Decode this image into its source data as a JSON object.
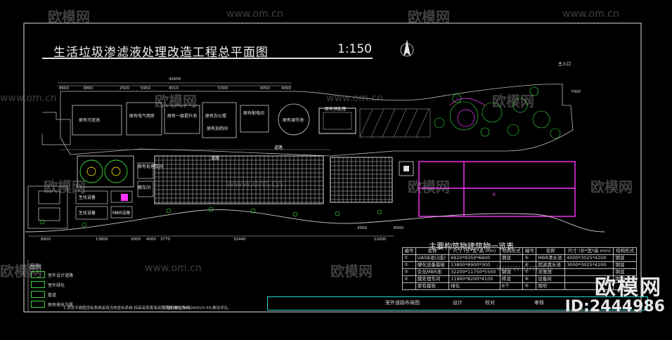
{
  "drawing": {
    "title": "生活垃圾渗滤液处理改造工程总平面图",
    "scale": "1:150",
    "entrance_label": "主入口",
    "road_labels": [
      "道路",
      "道路"
    ]
  },
  "watermarks": {
    "brand": "欧模网",
    "site": "www.om.cn",
    "id": "ID:2444986"
  },
  "component_table": {
    "caption": "主要构筑物建筑物一览表",
    "headers": [
      "编号",
      "名称",
      "尺寸\n(长*宽*高 mm)",
      "结构形式",
      "编号",
      "名称",
      "尺寸\n(长*宽*高 mm)",
      "结构形式"
    ],
    "rows": [
      [
        "①",
        "UASB池(2座)",
        "6920*9350*6600",
        "钢混",
        "⑤",
        "MBR清水池",
        "4000*3025*4200",
        "钢混"
      ],
      [
        "②",
        "硬化设备基础",
        "13800*8900*300",
        "",
        "⑥",
        "超滤清水池",
        "3000*3025*4200",
        "钢混"
      ],
      [
        "③",
        "生化MBR池",
        "32200*11750*5500",
        "钢混",
        "⑦",
        "浓液池",
        "",
        "钢混"
      ],
      [
        "④",
        "膜处理车间",
        "11960*8200*4100",
        "砖混",
        "⑧",
        "设备间",
        "",
        "钢混"
      ],
      [
        "",
        "原有建筑",
        "绿化",
        "6个",
        "⑨",
        "围坝",
        "",
        ""
      ]
    ]
  },
  "legend": {
    "title": "图例",
    "items": [
      "室外设计道路",
      "室外绿化",
      "管道",
      "原有排水沟渠"
    ]
  },
  "notes": {
    "n1": "1.本总平面图坐标系统采用当地坐标系统,标高采用黄海高程系统,单位为m。",
    "n2": "2.管网做法参照04S520-59,做法详见。"
  },
  "title_block": {
    "cells": [
      "室外道路布局图",
      "设计",
      "校对",
      "审核"
    ]
  },
  "plan": {
    "building_labels": [
      "原有污泥池",
      "原有电气用房",
      "原有一级提升池",
      "原有办公楼",
      "原有配电间",
      "原有加药间",
      "原有调节池",
      "原有预处理",
      "原有处理车间",
      "膜车间",
      "生化设备",
      "生化设备",
      "MBR设备"
    ],
    "pond_label": "④",
    "dims_top": [
      "42650",
      "8600",
      "3890",
      "2500",
      "5950",
      "4010",
      "5300",
      "4050",
      "4000"
    ],
    "dims_bottom": [
      "8920",
      "13800",
      "3000",
      "4000",
      "3770",
      "32440",
      "3000",
      "12000",
      "8000"
    ],
    "right_dim": "7000"
  },
  "colors": {
    "grid": "#cfcfcf",
    "magenta": "#ff33ff",
    "green": "#3ce03c",
    "cyan": "#2ad6d6",
    "yellow": "#e0d000"
  }
}
